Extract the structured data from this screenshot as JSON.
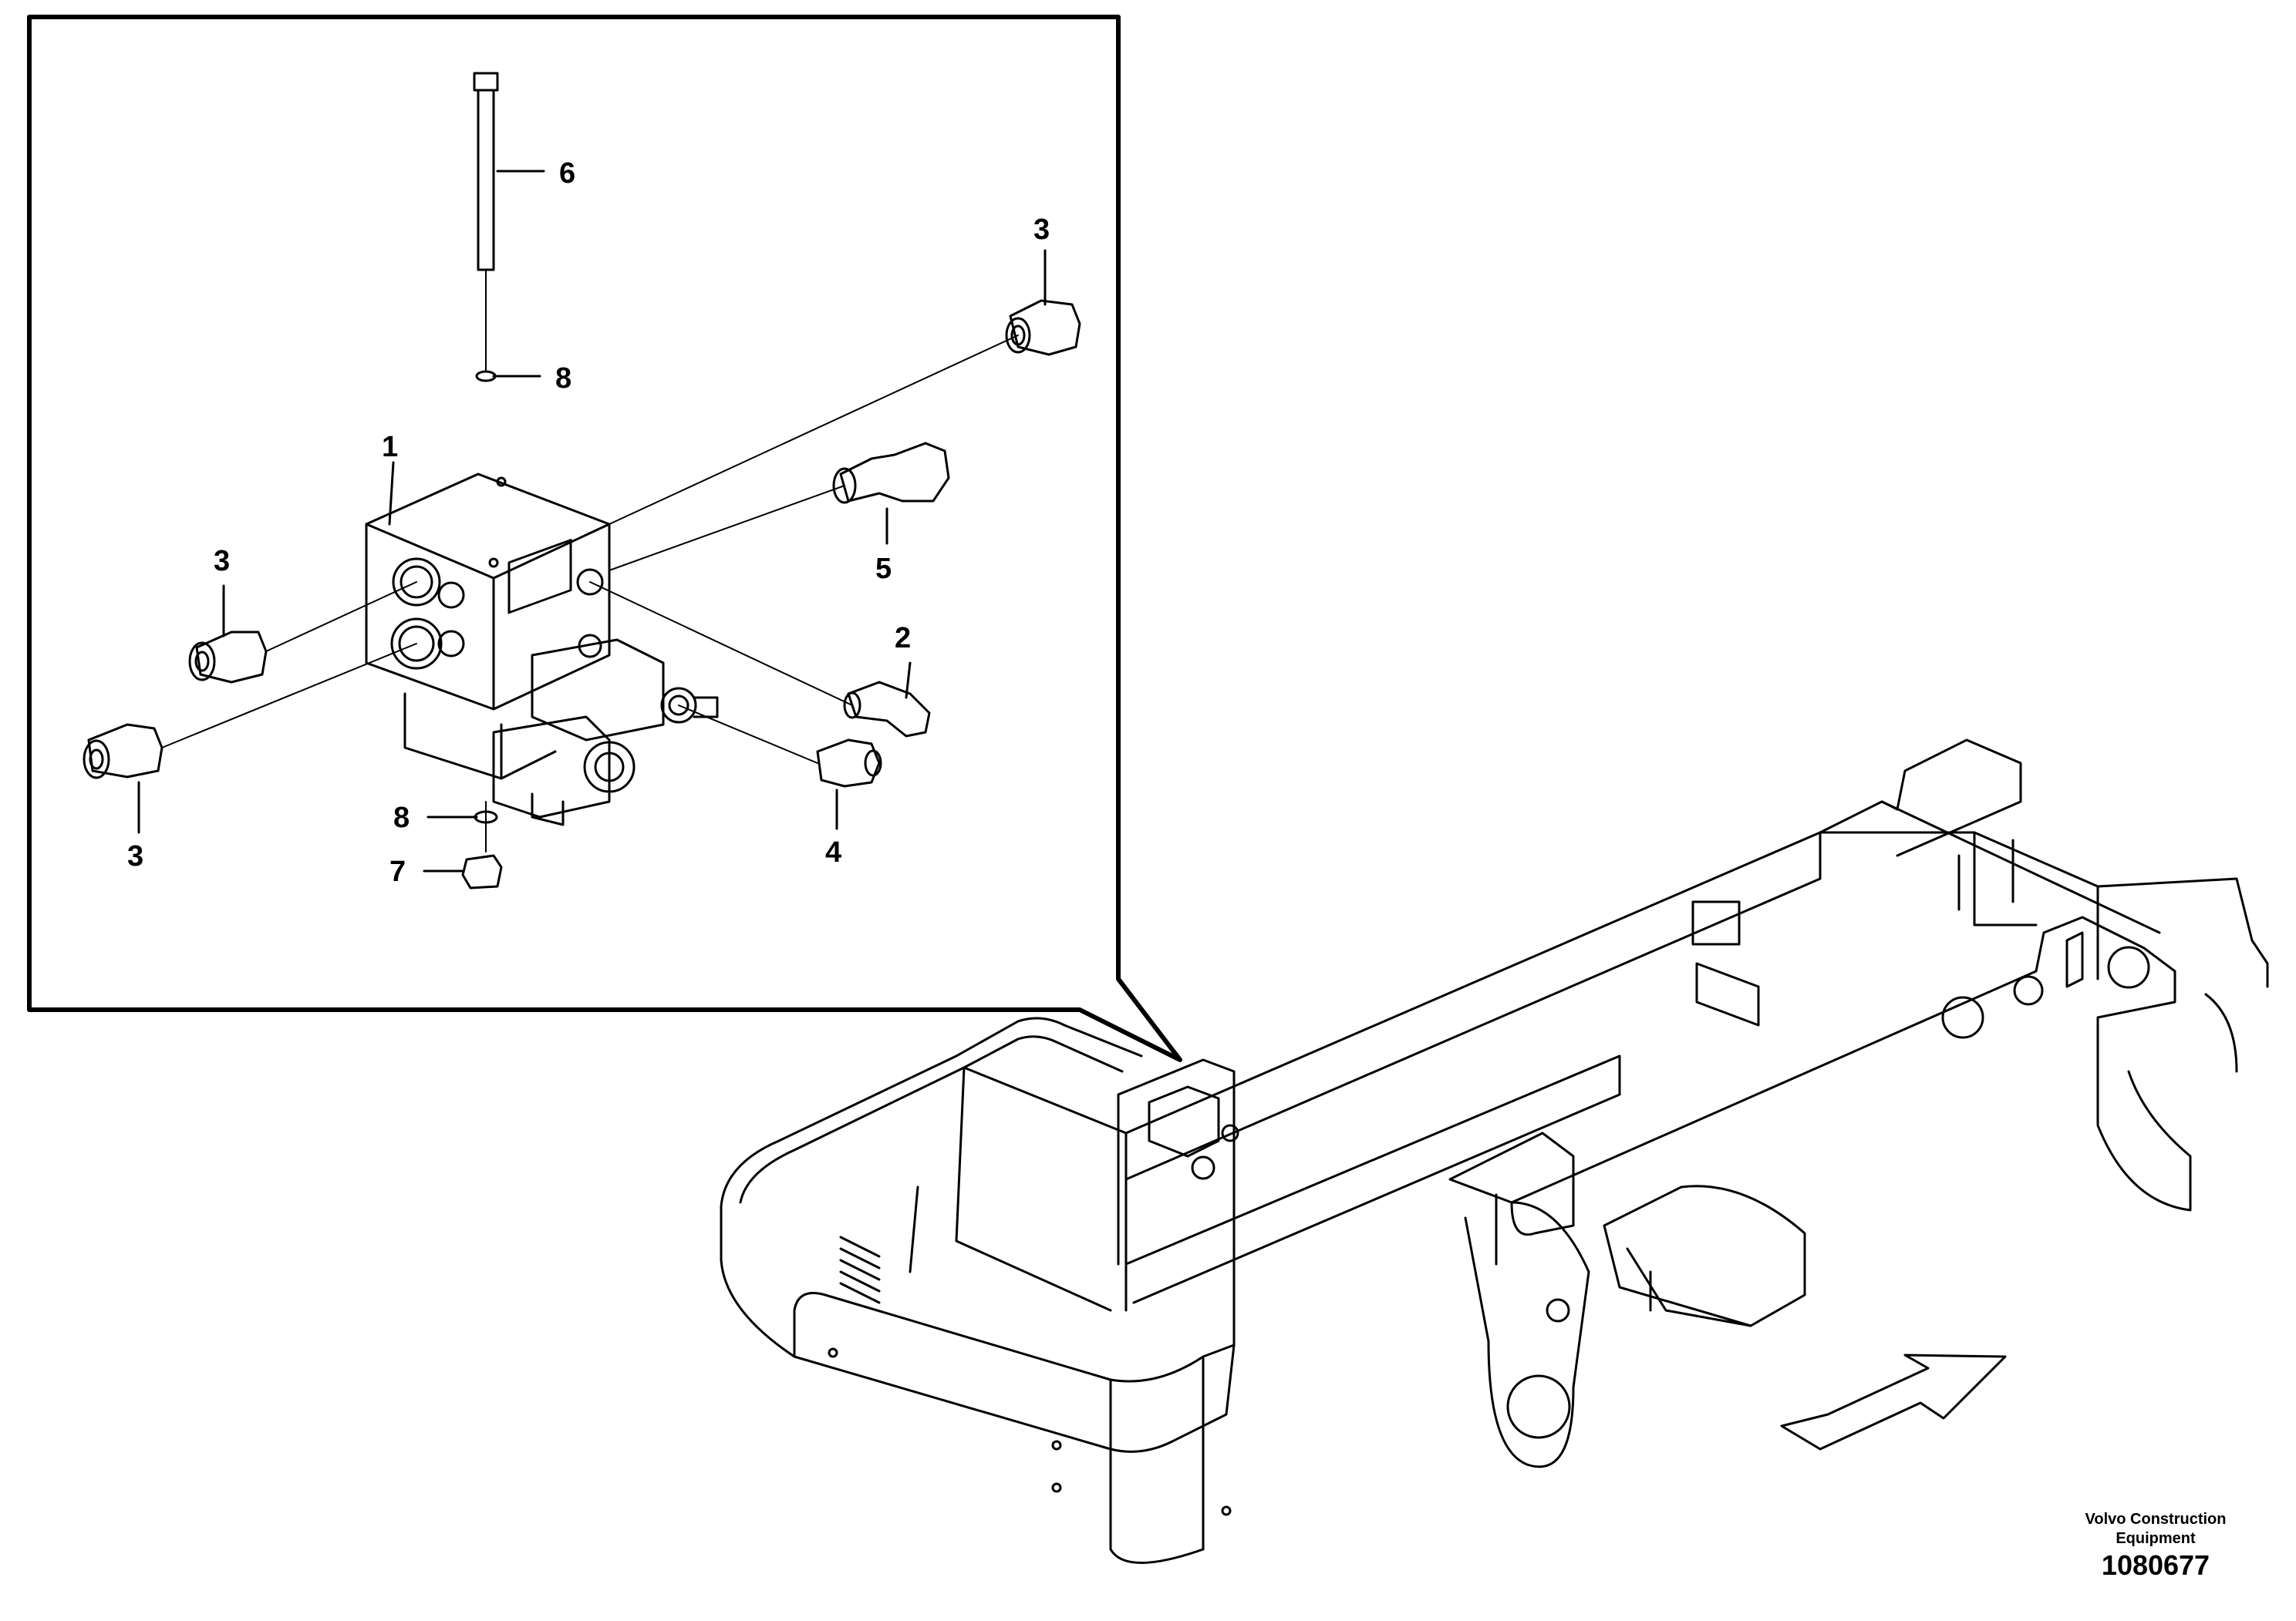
{
  "callouts": {
    "c1": "1",
    "c2": "2",
    "c3a": "3",
    "c3b": "3",
    "c3c": "3",
    "c4": "4",
    "c5": "5",
    "c6": "6",
    "c7": "7",
    "c8a": "8",
    "c8b": "8"
  },
  "footer": {
    "brand_line1": "Volvo Construction",
    "brand_line2": "Equipment",
    "drawing_number": "1080677"
  }
}
